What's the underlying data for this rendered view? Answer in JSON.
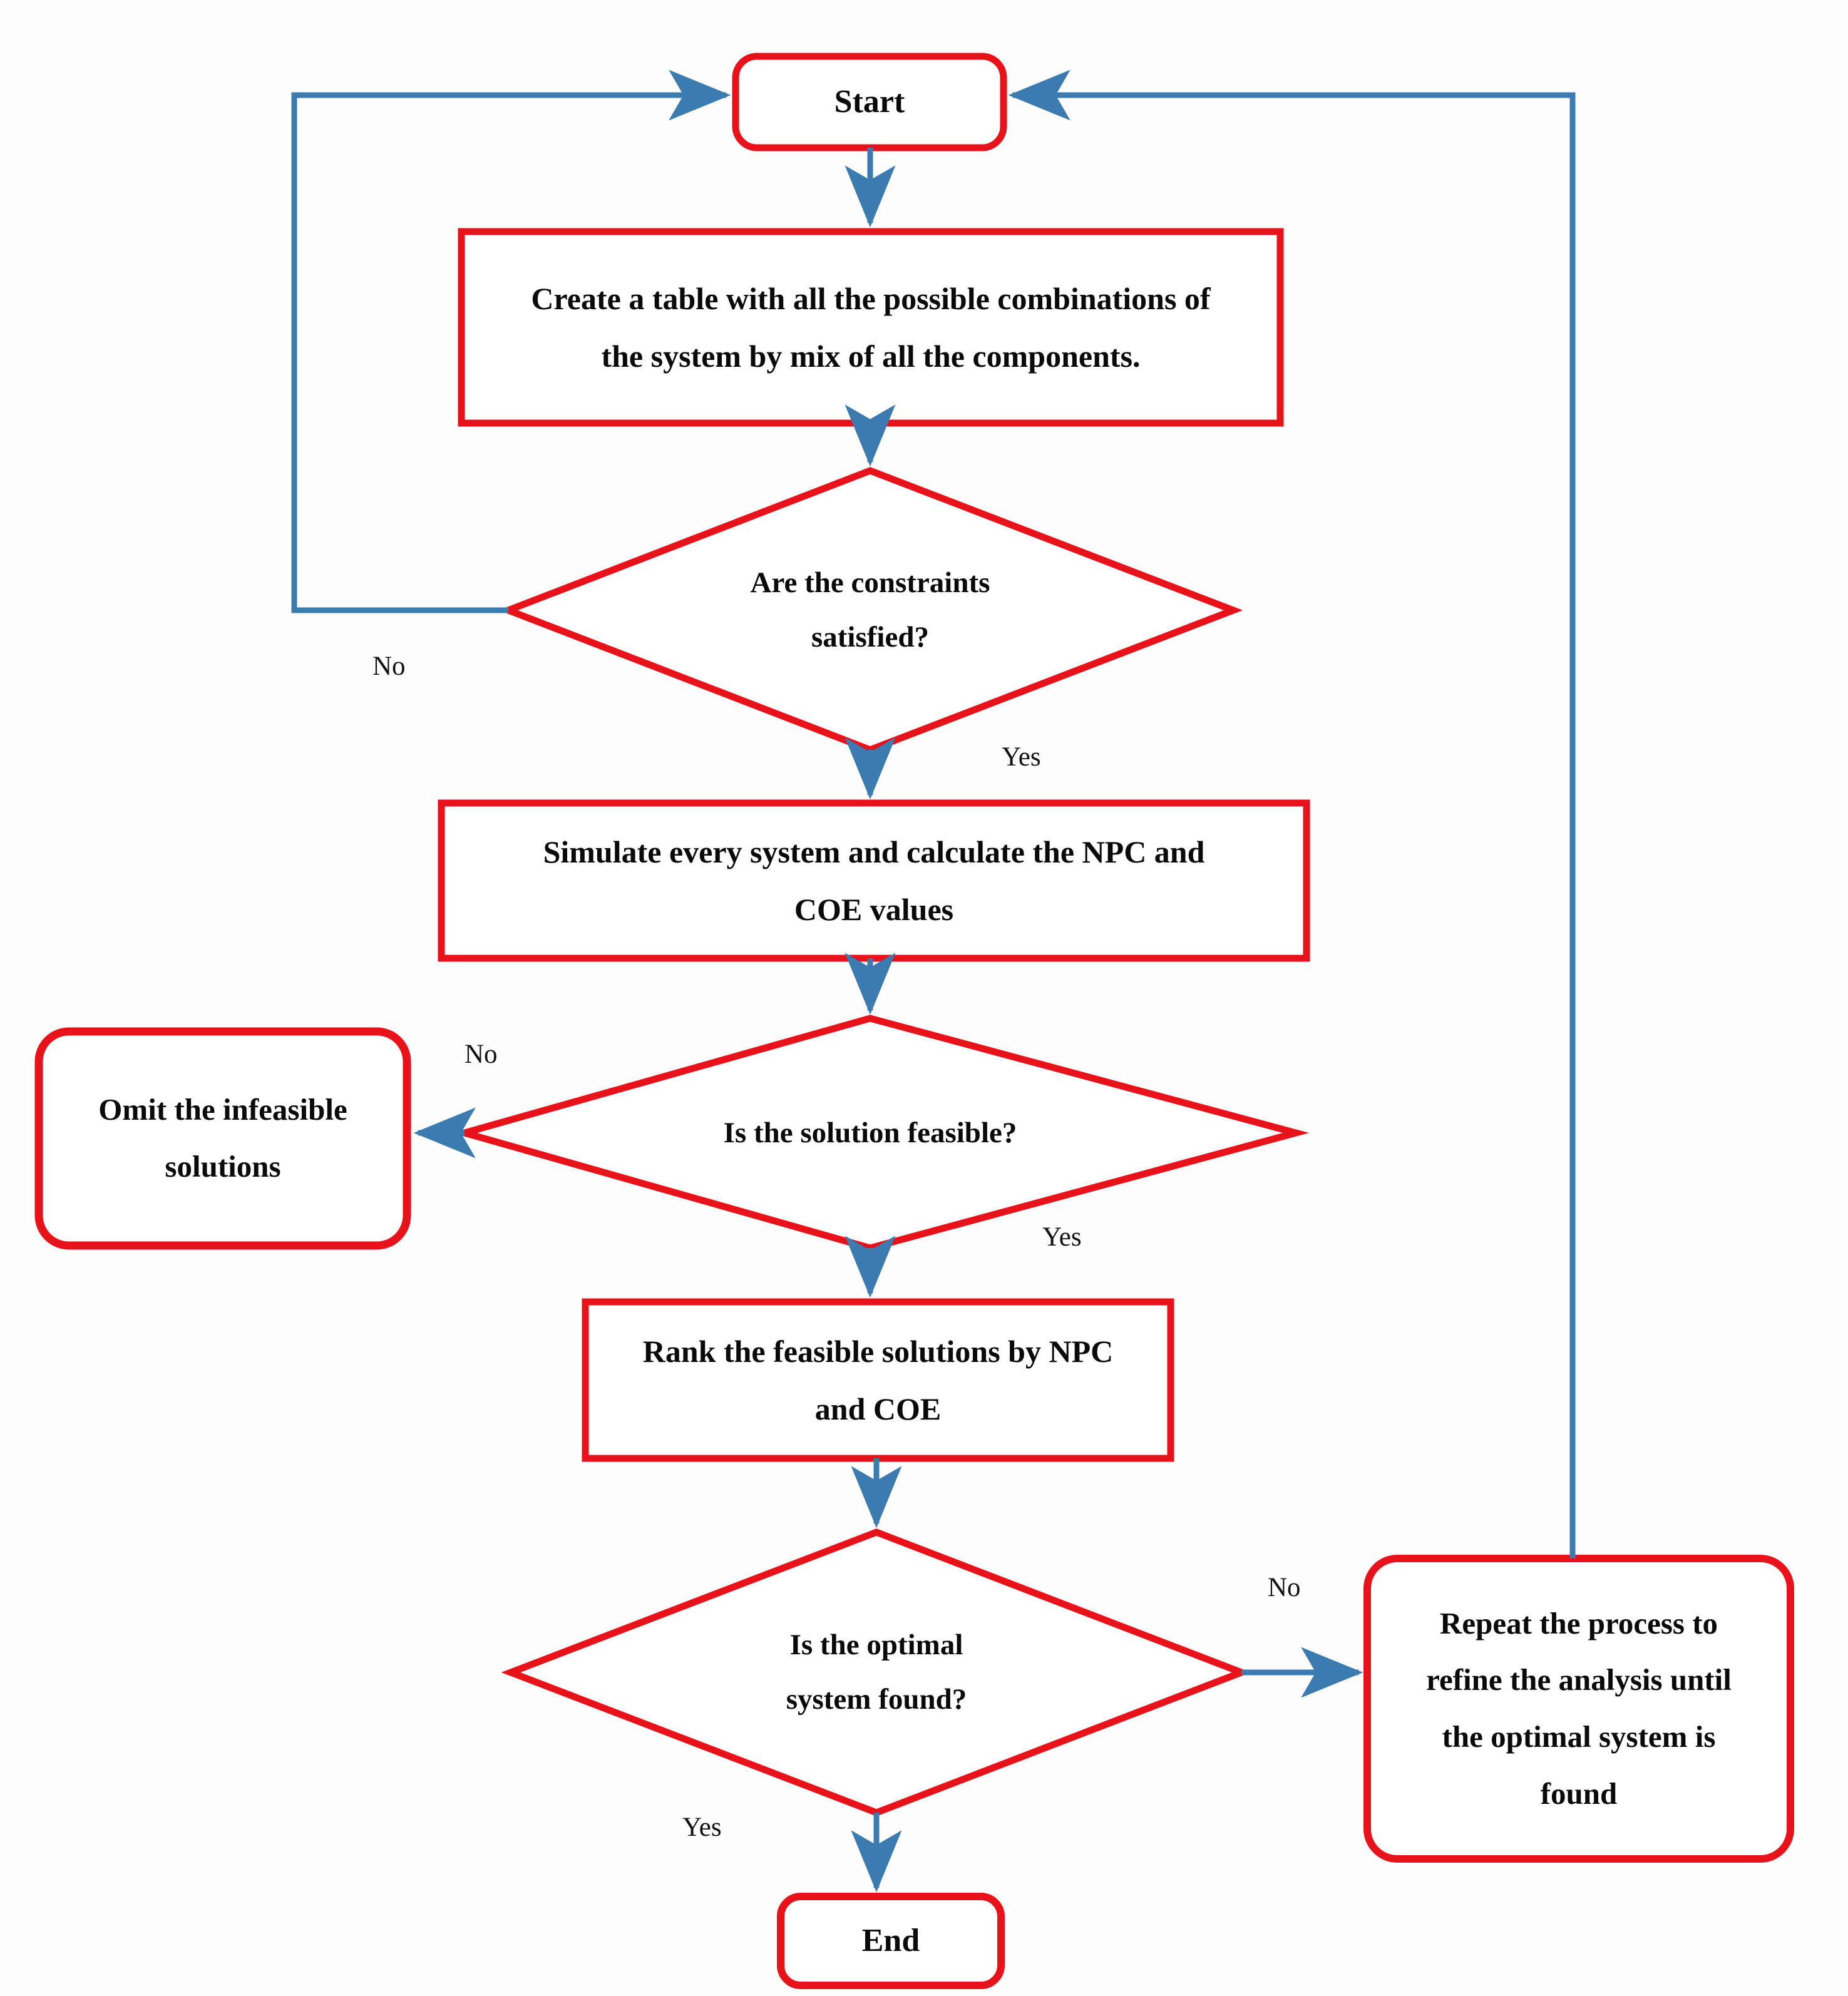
{
  "diagram": {
    "type": "flowchart",
    "title": "",
    "colors": {
      "node_border": "#E8131A",
      "connector": "#3B7BB0",
      "text": "#0a0a0a",
      "background": "#fdfdfd"
    },
    "nodes": [
      {
        "id": "start",
        "shape": "rounded-rectangle",
        "text": "Start"
      },
      {
        "id": "create",
        "shape": "rectangle",
        "text": "Create a table with all the possible combinations of\nthe system by mix of all the components."
      },
      {
        "id": "constraints",
        "shape": "diamond",
        "text": "Are the constraints\nsatisfied?"
      },
      {
        "id": "simulate",
        "shape": "rectangle",
        "text": "Simulate every system and calculate the NPC and\nCOE values"
      },
      {
        "id": "feasible",
        "shape": "diamond",
        "text": "Is the solution feasible?"
      },
      {
        "id": "omit",
        "shape": "rounded-rectangle",
        "text": "Omit the infeasible\nsolutions"
      },
      {
        "id": "rank",
        "shape": "rectangle",
        "text": "Rank the feasible solutions by NPC\nand COE"
      },
      {
        "id": "optimal",
        "shape": "diamond",
        "text": "Is the optimal\nsystem found?"
      },
      {
        "id": "repeat",
        "shape": "rounded-rectangle",
        "text": "Repeat the process to\nrefine the analysis until\nthe optimal system is\nfound"
      },
      {
        "id": "end",
        "shape": "rounded-rectangle",
        "text": "End"
      }
    ],
    "edge_labels": {
      "constraints_no": "No",
      "constraints_yes": "Yes",
      "feasible_no": "No",
      "feasible_yes": "Yes",
      "optimal_no": "No",
      "optimal_yes": "Yes"
    },
    "edges": [
      {
        "from": "start",
        "to": "create",
        "label": ""
      },
      {
        "from": "create",
        "to": "constraints",
        "label": ""
      },
      {
        "from": "constraints",
        "to": "start",
        "label": "No"
      },
      {
        "from": "constraints",
        "to": "simulate",
        "label": "Yes"
      },
      {
        "from": "simulate",
        "to": "feasible",
        "label": ""
      },
      {
        "from": "feasible",
        "to": "omit",
        "label": "No"
      },
      {
        "from": "feasible",
        "to": "rank",
        "label": "Yes"
      },
      {
        "from": "rank",
        "to": "optimal",
        "label": ""
      },
      {
        "from": "optimal",
        "to": "repeat",
        "label": "No"
      },
      {
        "from": "optimal",
        "to": "end",
        "label": "Yes"
      },
      {
        "from": "repeat",
        "to": "start",
        "label": ""
      }
    ]
  }
}
